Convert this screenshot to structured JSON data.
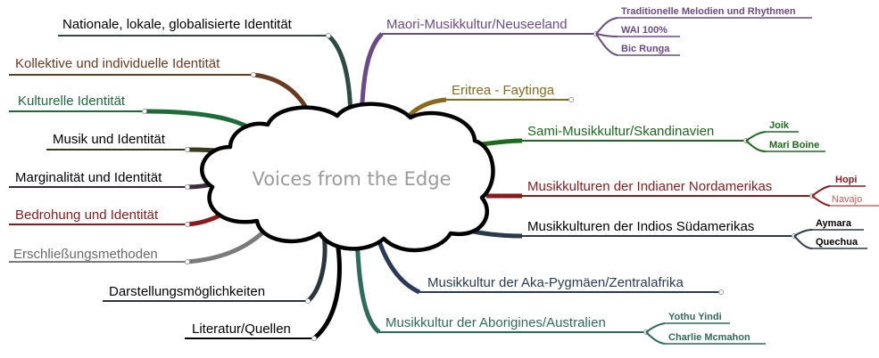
{
  "center": {
    "title": "Voices from the Edge"
  },
  "left_topics": [
    {
      "label": "Nationale, lokale, globalisierte Identität",
      "color": "#2d4a45"
    },
    {
      "label": "Kollektive und individuelle Identität",
      "color": "#6b3a1f"
    },
    {
      "label": "Kulturelle Identität",
      "color": "#1e6b3a"
    },
    {
      "label": "Musik und Identität",
      "color": "#3a3a1e"
    },
    {
      "label": "Marginalität und Identität",
      "color": "#3d2a3a"
    },
    {
      "label": "Bedrohung und Identität",
      "color": "#8b1a1a"
    },
    {
      "label": "Erschließungsmethoden",
      "color": "#7a7a7a"
    },
    {
      "label": "Darstellungsmöglichkeiten",
      "color": "#2a3540"
    },
    {
      "label": "Literatur/Quellen",
      "color": "#000000"
    }
  ],
  "right_topics": [
    {
      "label": "Maori-Musikkultur/Neuseeland",
      "color": "#6b4a8a",
      "subs": [
        "Traditionelle Melodien und Rhythmen",
        "WAI 100%",
        "Bic Runga"
      ]
    },
    {
      "label": "Eritrea - Faytinga",
      "color": "#8a6a1a",
      "subs": []
    },
    {
      "label": "Sami-Musikkultur/Skandinavien",
      "color": "#1a6b1a",
      "subs": [
        "Joik",
        "Mari Boine"
      ]
    },
    {
      "label": "Musikkulturen der Indianer Nordamerikas",
      "color": "#8b1a1a",
      "subs": [
        "Hopi",
        "Navajo"
      ]
    },
    {
      "label": "Musikkulturen der Indios Südamerikas",
      "color": "#2a3a4a",
      "subs": [
        "Aymara",
        "Quechua"
      ]
    },
    {
      "label": "Musikkultur der Aka-Pygmäen/Zentralafrika",
      "color": "#2a3a5a",
      "subs": []
    },
    {
      "label": "Musikkultur der Aborigines/Australien",
      "color": "#2d6b5a",
      "subs": [
        "Yothu Yindi",
        "Charlie Mcmahon"
      ]
    }
  ]
}
